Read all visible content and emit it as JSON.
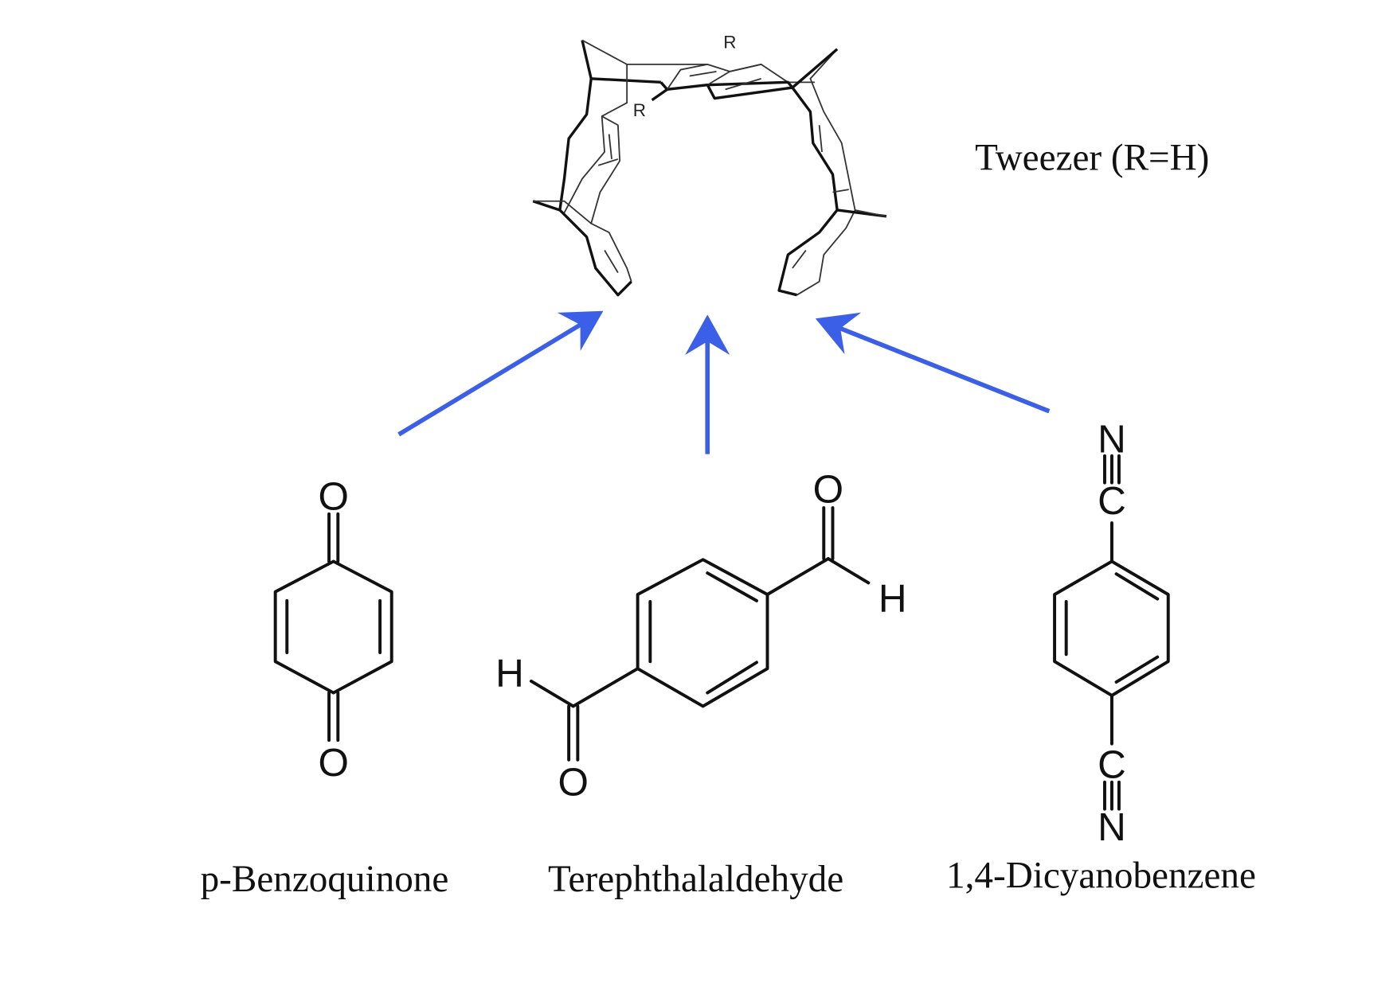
{
  "tweezer": {
    "label": "Tweezer (R=H)",
    "r_top": "R",
    "r_bottom": "R"
  },
  "molecules": [
    {
      "name": "p-Benzoquinone",
      "atoms": {
        "o_top": "O",
        "o_bottom": "O"
      }
    },
    {
      "name": "Terephthalaldehyde",
      "atoms": {
        "o_right": "O",
        "h_right": "H",
        "o_left": "O",
        "h_left": "H"
      }
    },
    {
      "name": "1,4-Dicyanobenzene",
      "atoms": {
        "n_top": "N",
        "c_top": "C",
        "c_bottom": "C",
        "n_bottom": "N"
      }
    }
  ],
  "colors": {
    "arrow": "#3b5fe6",
    "line": "#111111"
  }
}
